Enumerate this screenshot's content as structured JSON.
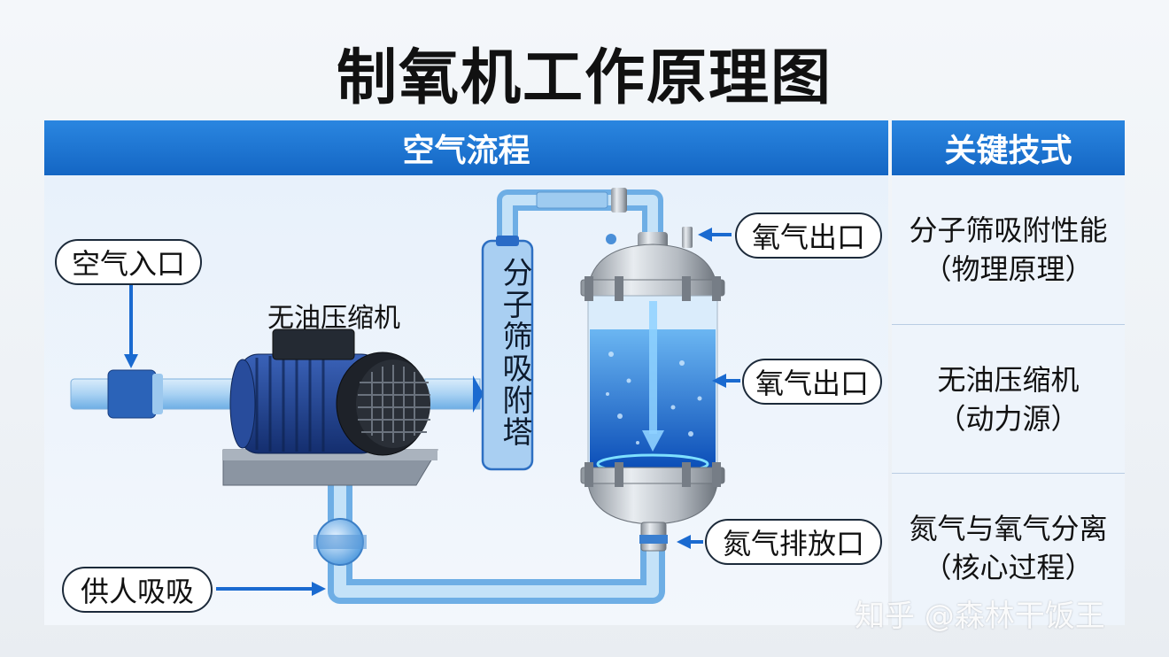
{
  "title": "制氧机工作原理图",
  "headers": {
    "flow": "空气流程",
    "tech": "关键技式"
  },
  "labels": {
    "air_inlet": "空气入口",
    "compressor": "无油压缩机",
    "tower": "分子筛吸附塔",
    "oxygen_out_top": "氧气出口",
    "oxygen_out_mid": "氧气出口",
    "nitrogen_out": "氮气排放口",
    "breathing": "供人吸吸"
  },
  "tech": [
    {
      "line1": "分子筛吸附性能",
      "line2": "（物理原理）"
    },
    {
      "line1": "无油压缩机",
      "line2": "（动力源）"
    },
    {
      "line1": "氮气与氧气分离",
      "line2": "（核心过程）"
    }
  ],
  "watermark": "知乎 @森林干饭王",
  "colors": {
    "header_blue": "#1a72d4",
    "pipe_blue": "#9cc8ee",
    "arrow_blue": "#1a6ad0",
    "motor_blue": "#1d3f8a"
  }
}
